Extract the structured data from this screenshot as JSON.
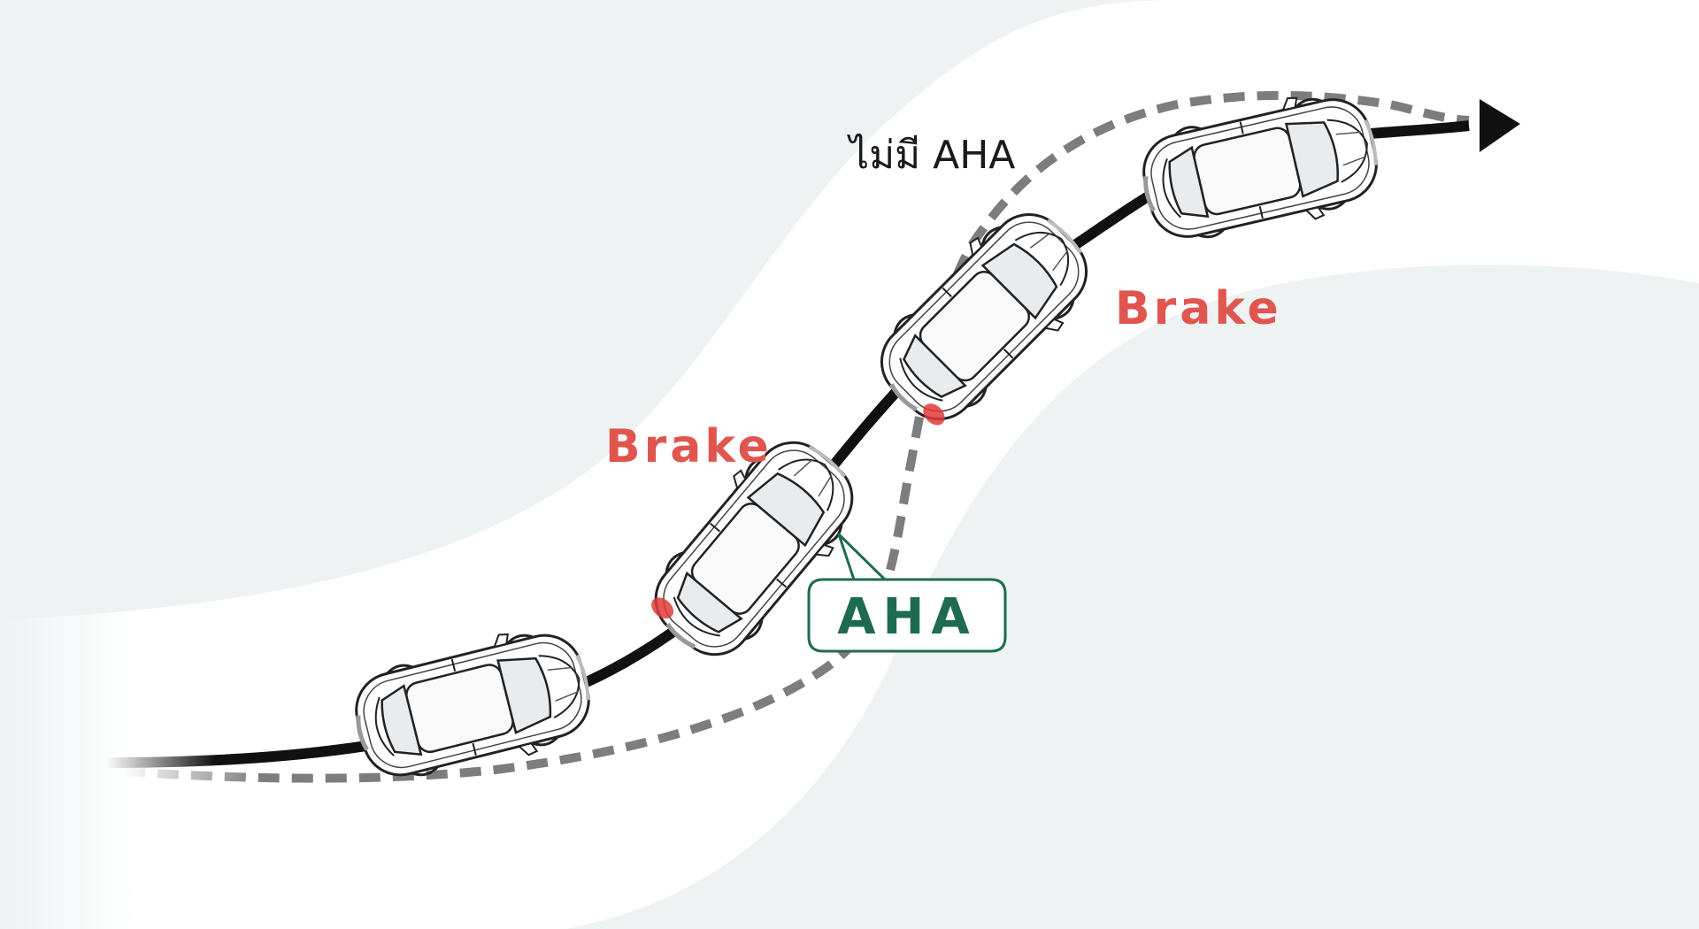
{
  "labels": {
    "without_aha": "ไม่มี AHA",
    "brake_left": "Brake",
    "brake_right": "Brake",
    "aha": "AHA"
  },
  "colors": {
    "background": "#eef2f3",
    "road": "#ffffff",
    "path_with_aha": "#111111",
    "path_without_aha": "#7d7d7d",
    "brake_text": "#e0564f",
    "aha_text": "#1e6b52",
    "brake_light": "#e23b3b"
  },
  "icons": [
    "car-icon",
    "arrow-head-icon"
  ]
}
